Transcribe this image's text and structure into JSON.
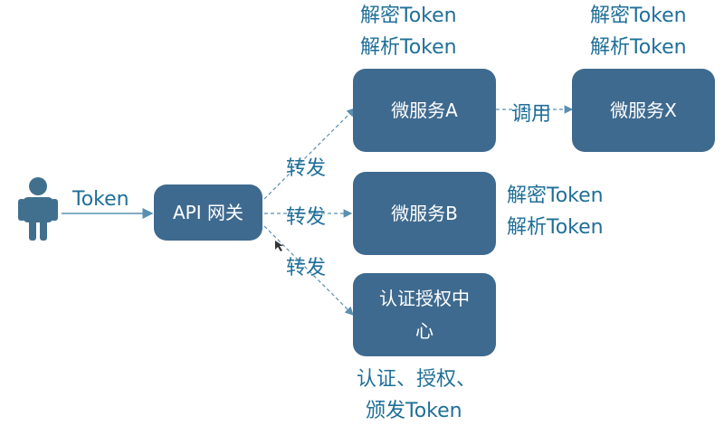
{
  "colors": {
    "node_fill": "#3f6a8f",
    "label_text": "#1f6f98",
    "edge": "#5a8fb0",
    "user_icon": "#41708f"
  },
  "user": {
    "icon": "user-icon"
  },
  "edges": {
    "token": "Token",
    "forward_1": "转发",
    "forward_2": "转发",
    "forward_3": "转发",
    "invoke": "调用"
  },
  "nodes": {
    "gateway": "API 网关",
    "service_a": "微服务A",
    "service_b": "微服务B",
    "service_x": "微服务X",
    "auth_center_line1": "认证授权中",
    "auth_center_line2": "心"
  },
  "notes": {
    "service_a": [
      "解密Token",
      "解析Token"
    ],
    "service_x": [
      "解密Token",
      "解析Token"
    ],
    "service_b": [
      "解密Token",
      "解析Token"
    ],
    "auth_center": [
      "认证、授权、",
      "颁发Token"
    ]
  }
}
